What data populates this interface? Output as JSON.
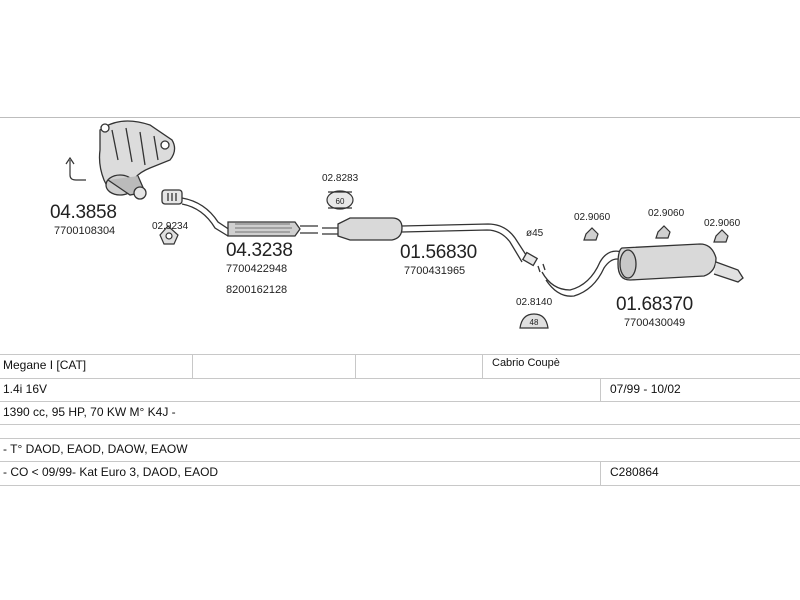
{
  "parts": {
    "manifold": {
      "number": "04.3858",
      "oem": "7700108304"
    },
    "clamp_1": {
      "number": "02.9234"
    },
    "cat_pipe": {
      "number": "04.3238",
      "oem": [
        "7700422948",
        "8200162128"
      ]
    },
    "clamp_2": {
      "number": "02.8283",
      "symbol": "60"
    },
    "mid_silencer": {
      "number": "01.56830",
      "oem": "7700431965"
    },
    "pipe_diameter": "ø45",
    "hanger": {
      "number": "02.8140",
      "symbol": "48"
    },
    "rear_silencer": {
      "number": "01.68370",
      "oem": "7700430049"
    },
    "rubber_mounts": [
      "02.9060",
      "02.9060",
      "02.9060"
    ]
  },
  "table": {
    "model": "Megane I [CAT]",
    "body": "Cabrio Coupè",
    "engine": "1.4i 16V",
    "period": "07/99 - 10/02",
    "specs": "1390 cc, 95 HP, 70 KW M° K4J -",
    "codes_1": "- T° DAOD, EAOD, DAOW, EAOW",
    "codes_2": "- CO < 09/99- Kat Euro 3, DAOD, EAOD",
    "ref": "C280864"
  },
  "icons": [
    "manifold-icon",
    "pipe-icon",
    "clamp-icon",
    "silencer-icon",
    "rubber-mount-icon",
    "car-icon"
  ]
}
